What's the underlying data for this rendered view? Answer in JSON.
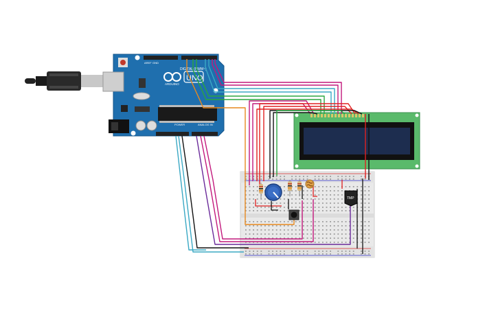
{
  "arduino": {
    "digital_label": "DIGITAL (PWM~)",
    "analog_label": "ANALOG IN",
    "power_label": "POWER",
    "logo_text": "ARDUINO",
    "model_text": "UNO",
    "aref_label": "AREF",
    "gnd_label": "GND"
  },
  "sensor": {
    "label": "TMP"
  },
  "colors": {
    "board": "#1f6fae",
    "lcd_pcb": "#5aba6b",
    "lcd_screen": "#1d2d4f",
    "breadboard": "#e9e9e9",
    "wire_magenta": "#c2187c",
    "wire_cyan": "#3aa8c4",
    "wire_orange": "#e7891f",
    "wire_red": "#e02020",
    "wire_black": "#111111",
    "wire_green": "#2aa640",
    "wire_purple": "#6a2a9a"
  },
  "icons": [
    "usb-cable-icon",
    "potentiometer-icon",
    "pushbutton-icon",
    "temperature-sensor-icon",
    "resistor-icon",
    "photoresistor-icon"
  ]
}
